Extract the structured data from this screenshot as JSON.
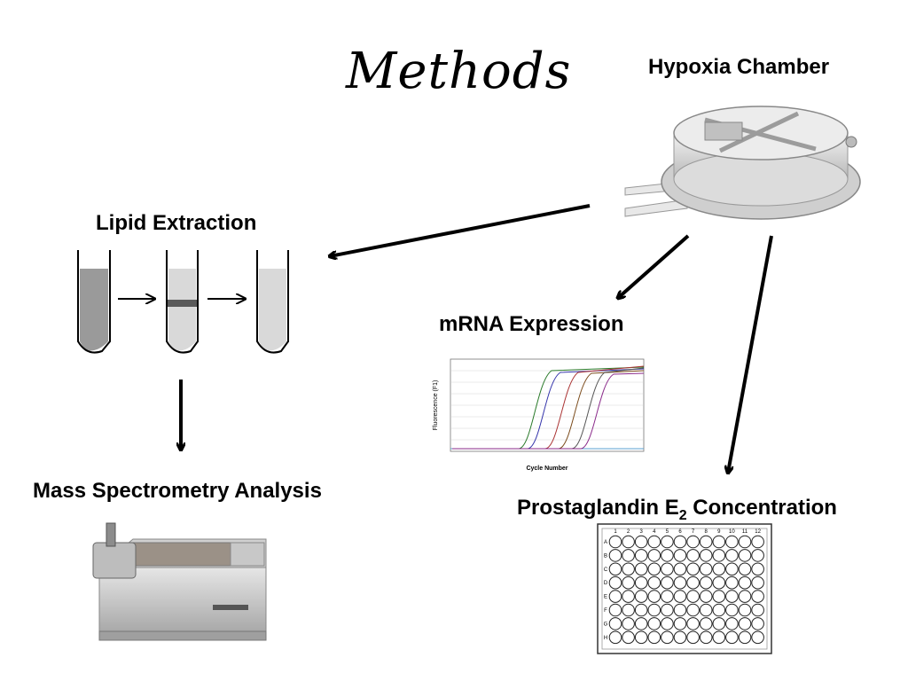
{
  "title": "Methods",
  "labels": {
    "hypoxia_chamber": "Hypoxia Chamber",
    "lipid_extraction": "Lipid Extraction",
    "mass_spec": "Mass Spectrometry Analysis",
    "mrna": "mRNA Expression",
    "pge2_prefix": "Prostaglandin E",
    "pge2_sub": "2",
    "pge2_suffix": " Concentration"
  },
  "qpcr_plot": {
    "ylabel": "Fluorescence (F1)",
    "xlabel": "Cycle Number"
  },
  "plate": {
    "columns": [
      "1",
      "2",
      "3",
      "4",
      "5",
      "6",
      "7",
      "8",
      "9",
      "10",
      "11",
      "12"
    ],
    "rows": [
      "A",
      "B",
      "C",
      "D",
      "E",
      "F",
      "G",
      "H"
    ]
  },
  "colors": {
    "tube_dark": "#9a9a9a",
    "tube_light": "#d9d9d9",
    "band": "#5a5a5a"
  }
}
